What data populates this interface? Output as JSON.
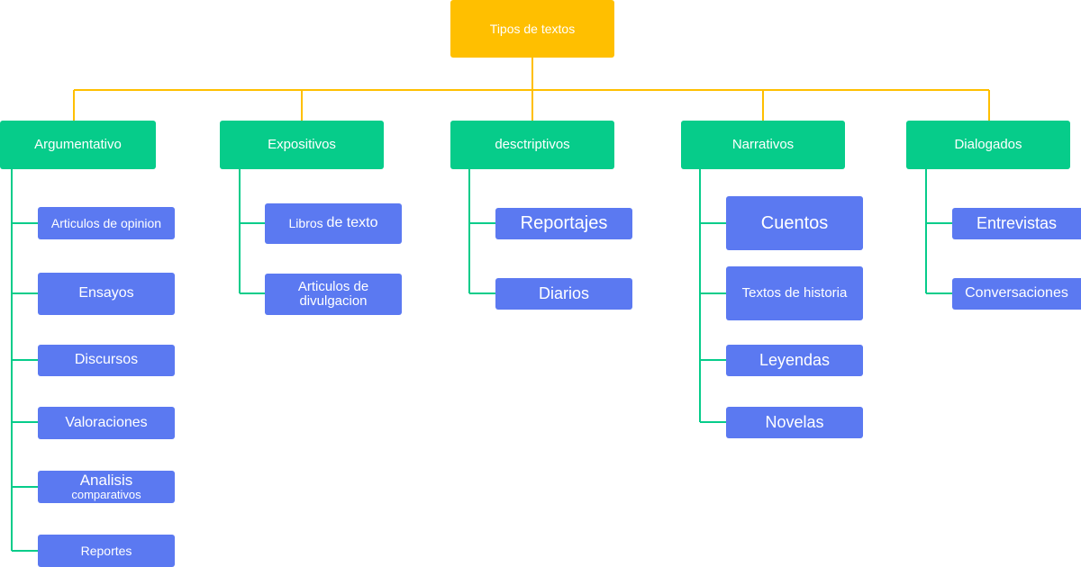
{
  "colors": {
    "root": "#FFBF00",
    "category": "#06CC8A",
    "leaf": "#5B79F1",
    "root_connector": "#FFBF00",
    "branch_connector": "#06CC8A"
  },
  "root": {
    "label": "Tipos de textos"
  },
  "categories": [
    {
      "label": "Argumentativo",
      "items": [
        {
          "label": "Articulos de opinion"
        },
        {
          "label": "Ensayos"
        },
        {
          "label": "Discursos"
        },
        {
          "label": "Valoraciones"
        },
        {
          "label_line1": "Analisis",
          "label_line2": "comparativos"
        },
        {
          "label": "Reportes"
        }
      ]
    },
    {
      "label": "Expositivos",
      "items": [
        {
          "label_part1": "Libros ",
          "label_part2": "de texto"
        },
        {
          "label_line1": "Articulos de",
          "label_line2": "divulgacion"
        }
      ]
    },
    {
      "label": "desctriptivos",
      "items": [
        {
          "label": "Reportajes"
        },
        {
          "label": "Diarios"
        }
      ]
    },
    {
      "label": "Narrativos",
      "items": [
        {
          "label": "Cuentos"
        },
        {
          "label": "Textos de historia"
        },
        {
          "label": "Leyendas"
        },
        {
          "label": "Novelas"
        }
      ]
    },
    {
      "label": "Dialogados",
      "items": [
        {
          "label": "Entrevistas"
        },
        {
          "label": "Conversaciones"
        }
      ]
    }
  ]
}
